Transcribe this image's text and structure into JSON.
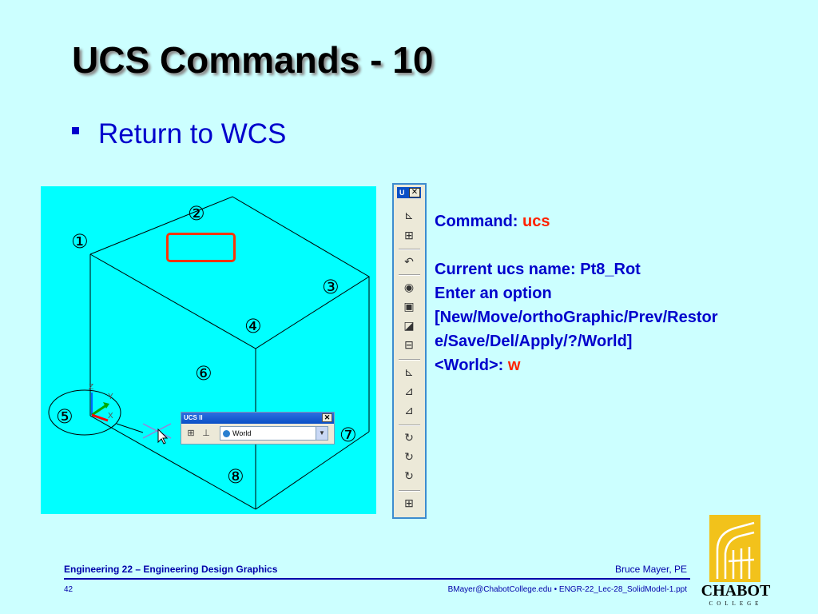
{
  "slide": {
    "title": "UCS Commands - 10",
    "bullet": "Return to WCS"
  },
  "viewport": {
    "markers": [
      "①",
      "②",
      "③",
      "④",
      "⑤",
      "⑥",
      "⑦",
      "⑧"
    ],
    "axis_labels": {
      "z": "Z",
      "y": "Y",
      "x": "X"
    },
    "ucs2_toolbar": {
      "title": "UCS II",
      "close": "✕",
      "selected": "World"
    }
  },
  "ucs_toolbar": {
    "title": "U",
    "close": "✕"
  },
  "command": {
    "prompt_label": "Command:",
    "prompt_value": "ucs",
    "lines": [
      "Current ucs name:  Pt8_Rot",
      "Enter an option",
      "[New/Move/orthoGraphic/Prev/Restor",
      "e/Save/Del/Apply/?/World]"
    ],
    "final_label": "<World>:",
    "final_value": "w"
  },
  "footer": {
    "course": "Engineering 22 – Engineering Design Graphics",
    "author": "Bruce Mayer, PE",
    "page": "42",
    "file": "BMayer@ChabotCollege.edu  • ENGR-22_Lec-28_SolidModel-1.ppt"
  },
  "logo": {
    "name": "CHABOT",
    "sub": "COLLEGE"
  },
  "colors": {
    "background": "#ccffff",
    "viewport": "#00ffff",
    "text_blue": "#0000cc",
    "accent_red": "#ff2200",
    "logo_gold": "#f2c21b"
  }
}
